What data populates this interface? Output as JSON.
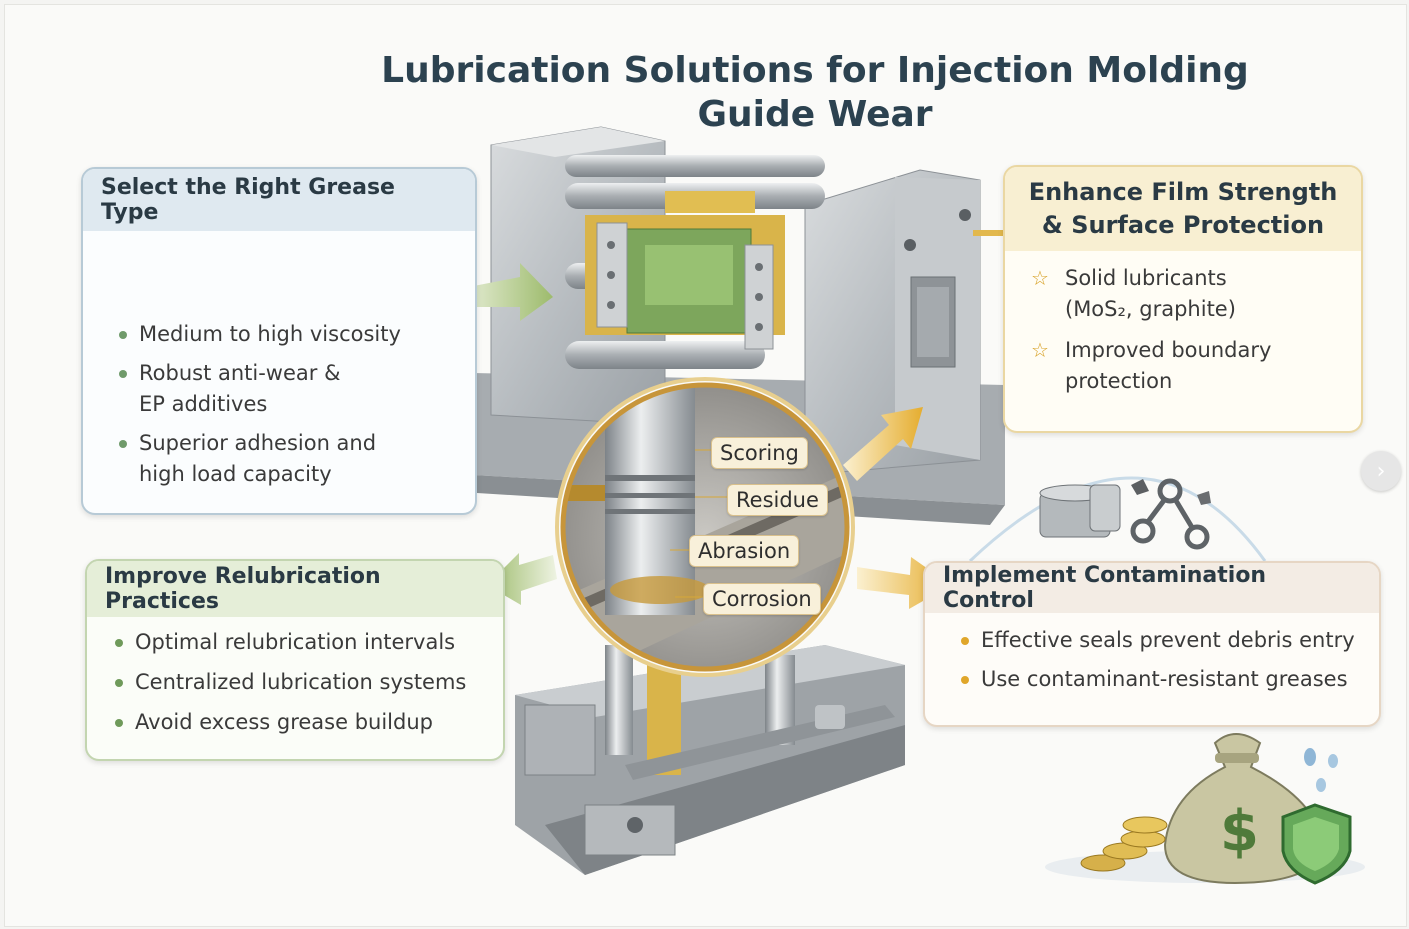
{
  "title": "Lubrication Solutions for Injection Molding Guide Wear",
  "panels": {
    "grease": {
      "heading": "Select the Right Grease Type",
      "items": [
        "Medium to high viscosity",
        "Robust anti-wear & EP additives",
        "Superior adhesion and high load capacity"
      ]
    },
    "relub": {
      "heading": "Improve Relubrication Practices",
      "items": [
        "Optimal relubrication intervals",
        "Centralized lubrication systems",
        "Avoid excess grease buildup"
      ]
    },
    "film": {
      "heading": "Enhance Film Strength & Surface Protection",
      "items": [
        "Solid lubricants (MoS₂, graphite)",
        "Improved boundary protection"
      ]
    },
    "contam": {
      "heading": "Implement Contamination Control",
      "items": [
        "Effective seals prevent debris entry",
        "Use contaminant-resistant greases"
      ]
    }
  },
  "wear_labels": {
    "scoring": "Scoring",
    "residue": "Residue",
    "abrasion": "Abrasion",
    "corrosion": "Corrosion"
  },
  "icons": {
    "next": "chevron-right-icon",
    "grease": "grease-gun-icon",
    "money": "money-bag-icon",
    "shield": "shield-icon"
  },
  "colors": {
    "title": "#2c4250",
    "grease_accent": "#b7cad6",
    "relub_accent": "#c3d5b0",
    "film_accent": "#ead7a2",
    "contam_accent": "#e6d6c4",
    "arrow_green": "#a6c07a",
    "arrow_gold": "#e7b23a"
  }
}
